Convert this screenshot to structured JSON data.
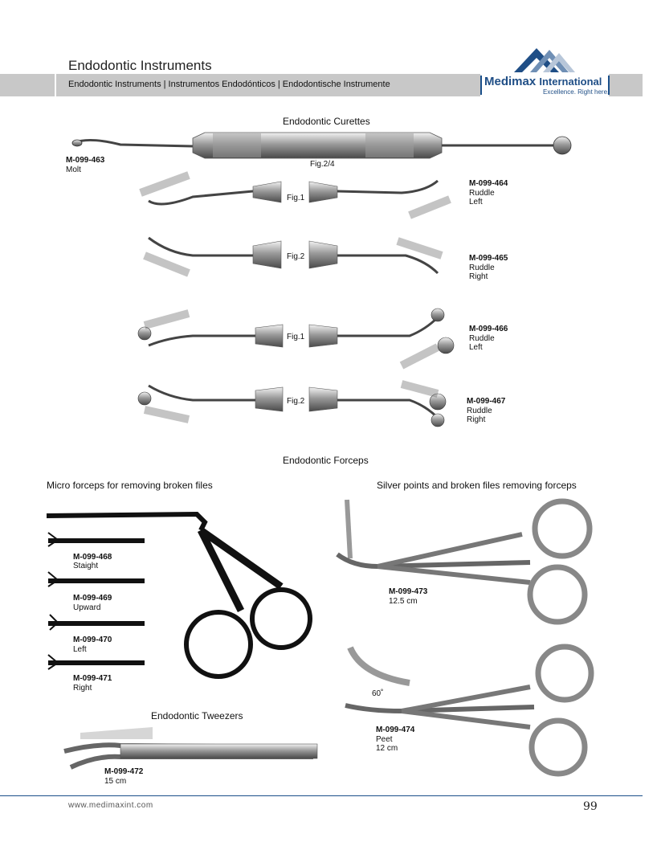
{
  "header": {
    "title": "Endodontic Instruments",
    "subtitle": "Endodontic Instruments | Instrumentos Endodónticos | Endodontische Instrumente",
    "logo": {
      "name": "Medimax",
      "name_suffix": "International",
      "tagline": "Excellence. Right here."
    }
  },
  "curettes": {
    "section_title": "Endodontic Curettes",
    "main": {
      "code": "M-099-463",
      "desc": "Molt",
      "fig": "Fig.2/4"
    },
    "items": [
      {
        "code": "M-099-464",
        "desc1": "Ruddle",
        "desc2": "Left",
        "fig": "Fig.1"
      },
      {
        "code": "M-099-465",
        "desc1": "Ruddle",
        "desc2": "Right",
        "fig": "Fig.2"
      },
      {
        "code": "M-099-466",
        "desc1": "Ruddle",
        "desc2": "Left",
        "fig": "Fig.1"
      },
      {
        "code": "M-099-467",
        "desc1": "Ruddle",
        "desc2": "Right",
        "fig": "Fig.2"
      }
    ]
  },
  "forceps": {
    "section_title": "Endodontic Forceps",
    "micro_title": "Micro forceps for removing broken files",
    "silver_title": "Silver points and broken files removing forceps",
    "micro_items": [
      {
        "code": "M-099-468",
        "desc": "Staight"
      },
      {
        "code": "M-099-469",
        "desc": "Upward"
      },
      {
        "code": "M-099-470",
        "desc": "Left"
      },
      {
        "code": "M-099-471",
        "desc": "Right"
      }
    ],
    "silver_items": [
      {
        "code": "M-099-473",
        "desc1": "12.5 cm",
        "desc2": ""
      },
      {
        "code": "M-099-474",
        "desc1": "Peet",
        "desc2": "12 cm"
      }
    ],
    "angle_label": "60˚"
  },
  "tweezers": {
    "section_title": "Endodontic Tweezers",
    "code": "M-099-472",
    "desc": "15 cm"
  },
  "footer": {
    "url": "www.medimaxint.com",
    "page_number": "99"
  }
}
